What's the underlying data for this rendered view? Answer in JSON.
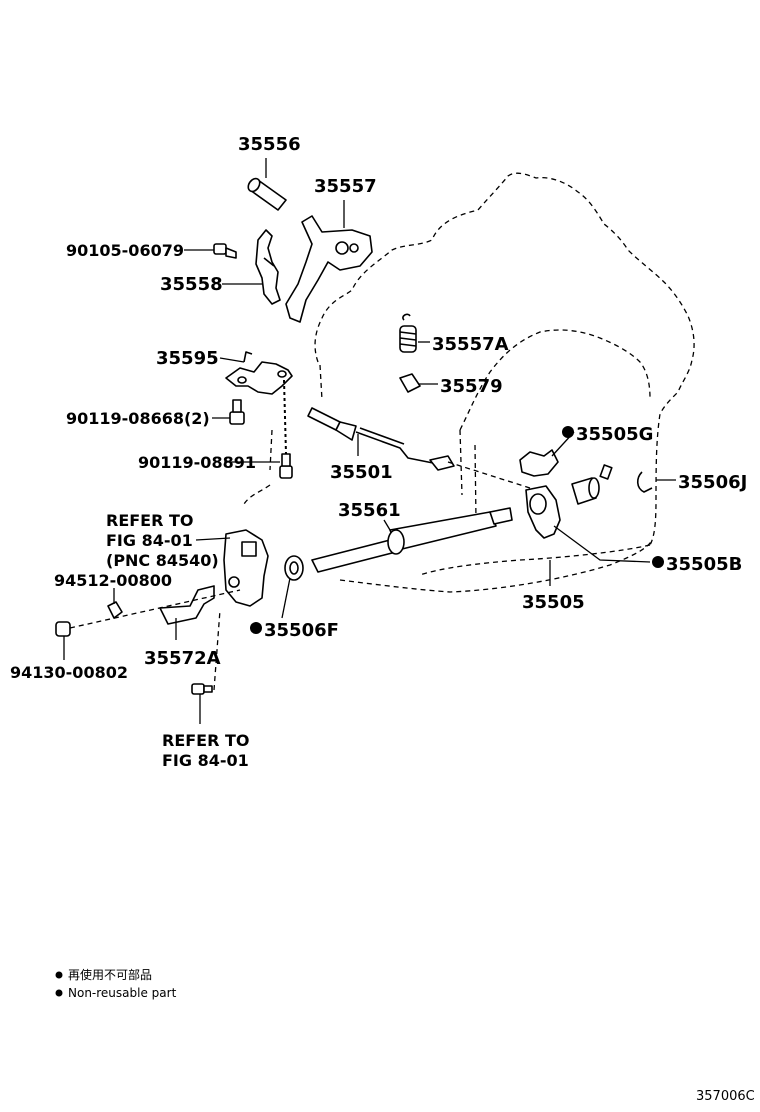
{
  "parts": {
    "p35556": "35556",
    "p35557": "35557",
    "p90105_06079": "90105-06079",
    "p35558": "35558",
    "p35595": "35595",
    "p90119_08668": "90119-08668(2)",
    "p90119_08891": "90119-08891",
    "p35557A": "35557A",
    "p35579": "35579",
    "p35501": "35501",
    "p35505G": "35505G",
    "p35506J": "35506J",
    "p35561": "35561",
    "p35505B": "35505B",
    "p35505": "35505",
    "p35506F": "35506F",
    "p94512_00800": "94512-00800",
    "p35572A": "35572A",
    "p94130_00802": "94130-00802"
  },
  "refer1": {
    "line1": "REFER TO",
    "line2": "FIG 84-01",
    "line3": "(PNC 84540)"
  },
  "refer2": {
    "line1": "REFER TO",
    "line2": "FIG 84-01"
  },
  "legend": {
    "jp": "再使用不可部品",
    "en": "Non-reusable part"
  },
  "diagram_code": "357006C"
}
